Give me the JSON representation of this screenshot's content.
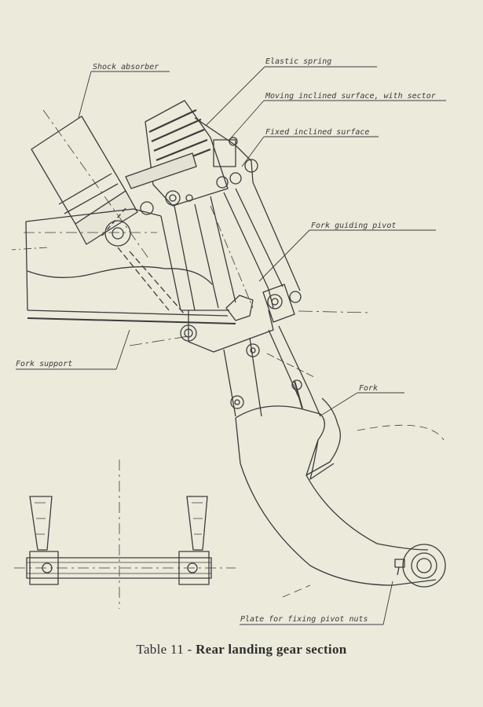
{
  "labels": {
    "shock_absorber": "Shock absorber",
    "elastic_spring": "Elastic spring",
    "moving_surface": "Moving inclined surface, with sector",
    "fixed_surface": "Fixed inclined surface",
    "fork_pivot": "Fork guiding pivot",
    "fork_support": "Fork support",
    "fork": "Fork",
    "plate": "Plate for fixing pivot nuts"
  },
  "caption": {
    "table": "Table 11",
    "dash": " - ",
    "title": "Rear landing gear section"
  }
}
